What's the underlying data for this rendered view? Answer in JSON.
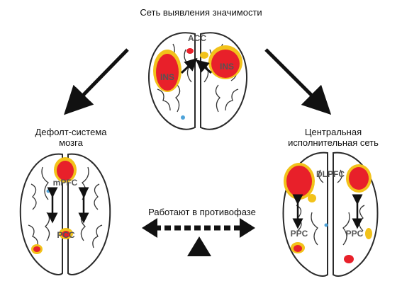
{
  "titles": {
    "salience": "Сеть выявления значимости",
    "default_line1": "Дефолт-система",
    "default_line2": "мозга",
    "executive_line1": "Центральная",
    "executive_line2": "исполнительная сеть",
    "antiphase": "Работают в противофазе"
  },
  "regions": {
    "acc": "ACC",
    "ins_left": "INS",
    "ins_right": "INS",
    "mpfc": "mPFC",
    "pcc": "PCC",
    "dlpfc": "DLPFC",
    "ppc_left": "PPC",
    "ppc_right": "PPC"
  },
  "colors": {
    "activation": "#e8202a",
    "activation_edge": "#f2c21a",
    "brain_outline": "#2a2a2a",
    "arrow": "#111111"
  }
}
